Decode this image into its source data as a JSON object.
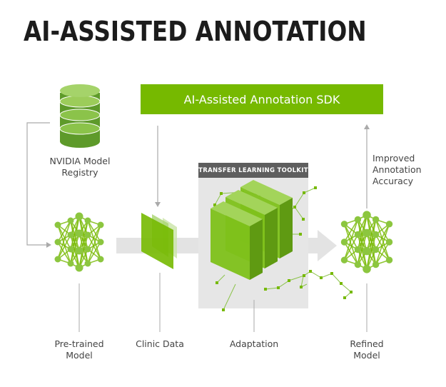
{
  "title": "AI-ASSISTED ANNOTATION",
  "sdk_label": "AI-Assisted Annotation SDK",
  "registry_label": [
    "NVIDIA Model",
    "Registry"
  ],
  "toolkit_label": "TRANSFER LEARNING TOOLKIT",
  "improved_label": [
    "Improved",
    "Annotation",
    "Accuracy"
  ],
  "stages": [
    {
      "label": [
        "Pre-trained",
        "Model"
      ]
    },
    {
      "label": [
        "Clinic Data"
      ]
    },
    {
      "label": [
        "Adaptation"
      ]
    },
    {
      "label": [
        "Refined",
        "Model"
      ]
    }
  ],
  "colors": {
    "accent": "#76b900",
    "header": "#5e5e5e",
    "panel": "#e6e6e6",
    "arrow": "#e3e3e3"
  }
}
